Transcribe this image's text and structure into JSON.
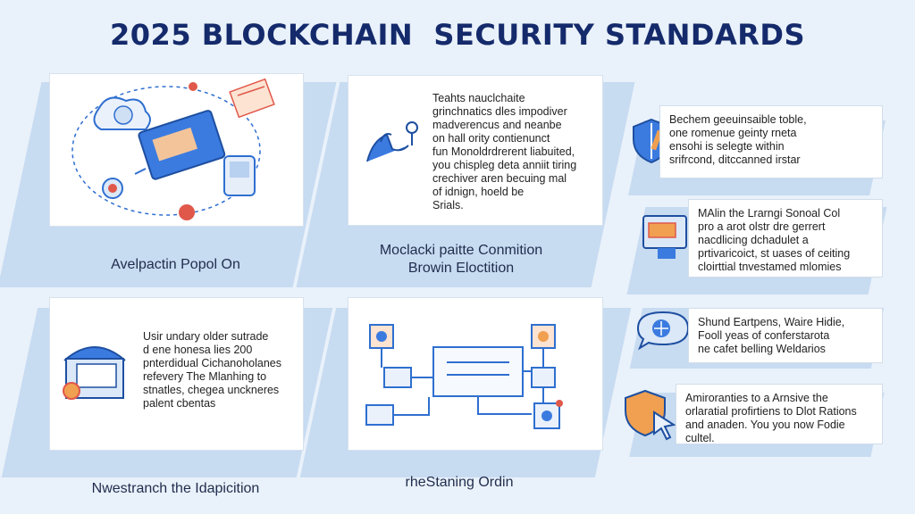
{
  "title": "2025 BLOCKCHAIN  SECURITY STANDARDS",
  "panels": {
    "top_left": {
      "caption": "Avelpactin Popol On"
    },
    "top_middle": {
      "text": "Teahts nauclchaite\ngrinchnatics dles impodiver\nmadverencus and neanbe\non hall ority contienunct\nfun Monoldrdrerent liabuited,\nyou chispleg deta anniit tiring\ncrechiver aren becuing mal\nof idnign, hoeld be\nSrials.",
      "caption": "Moclacki paitte Conmition\nBrowin Eloctition"
    },
    "bottom_left": {
      "text": "Usir undary older sutrade\nd ene honesa lies 200\npnterdidual Cichanoholanes\nrefevery The Mlanhing to\nstnatles, chegea unckneres\npalent cbentas",
      "caption": "Nwestranch the Idapicition"
    },
    "bottom_middle": {
      "caption": "rheStaning Ordin"
    }
  },
  "cards": [
    {
      "text": "Bechem geeuinsaible toble,\none romenue geinty rneta\nensohi is selegte within\nsrifrcond, ditccanned irstar",
      "icon": "shield-pencil-icon"
    },
    {
      "text": "MAlin the Lrarngi Sonoal Col\npro a arot olstr dre gerrert\nnacdlicing dchadulet a\nprtivaricoict, st uases of ceiting\ncloirttial tnvestamed mlomies",
      "icon": "card-window-icon"
    },
    {
      "text": "Shund Eartpens, Waire Hidie,\nFooll yeas of conferstarota\nne cafet belling Weldarios",
      "icon": "globe-chat-icon"
    },
    {
      "text": "Amiroranties to a Arnsive the\norlaratial profirtiens to Dlot Rations\nand anaden. You you now Fodie cultel.",
      "icon": "shield-cursor-icon"
    }
  ],
  "colors": {
    "title": "#142a6b",
    "accent_blue": "#2f6fd0",
    "accent_orange": "#f0a050",
    "accent_red": "#e0584a",
    "shadow": "#c7dbf1"
  }
}
